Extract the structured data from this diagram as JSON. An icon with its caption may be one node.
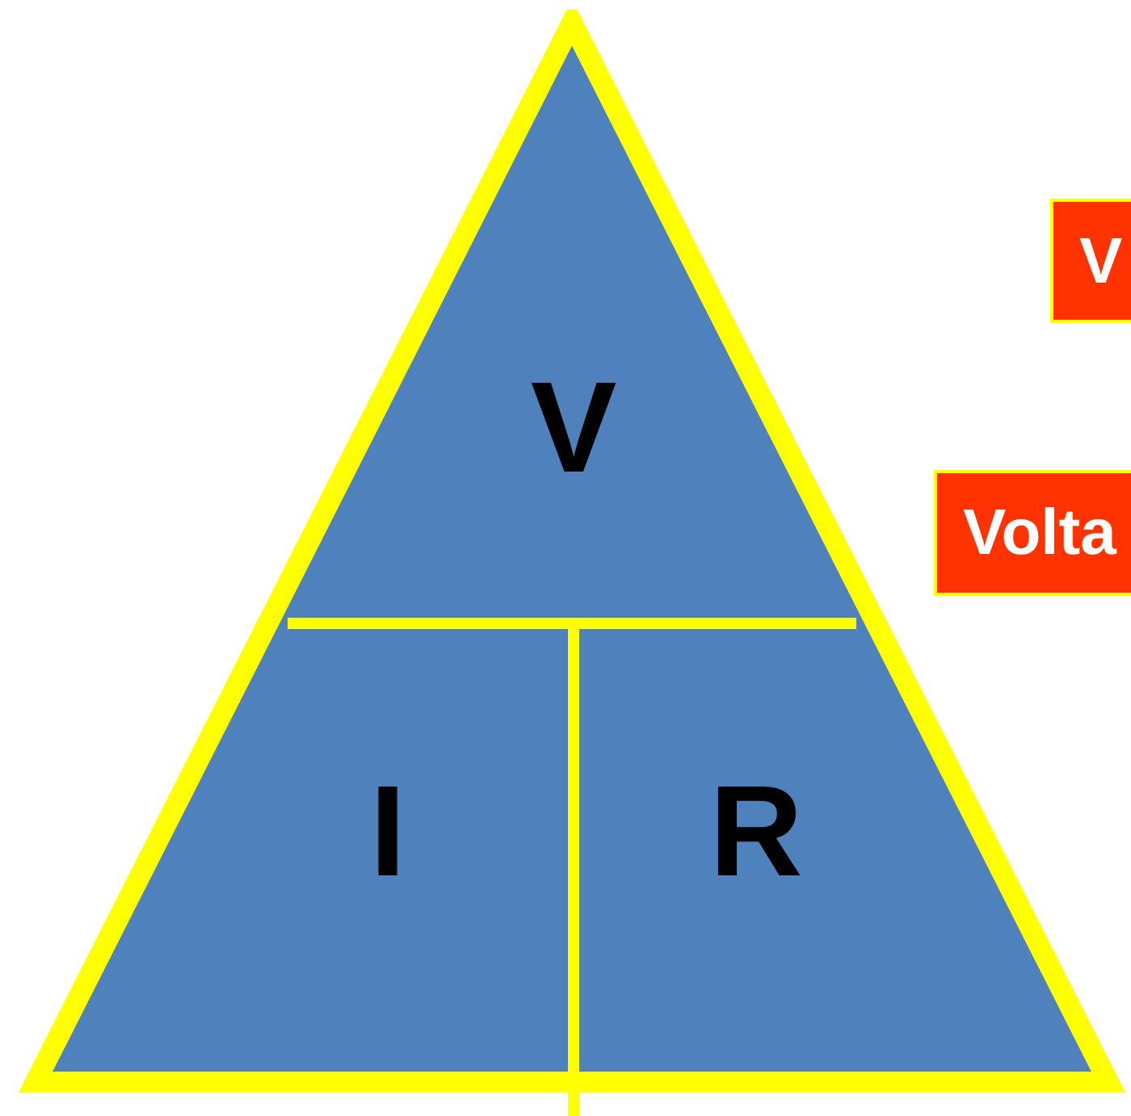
{
  "diagram": {
    "nodes": [
      {
        "text": [],
        "shape": "triangle"
      },
      {
        "text": [
          "V"
        ],
        "in": 0
      },
      {
        "text": [
          "I"
        ],
        "in": 0
      },
      {
        "text": [
          "R"
        ],
        "in": 0
      },
      {
        "text": [
          "V"
        ]
      },
      {
        "text": [
          "Volta"
        ]
      }
    ]
  }
}
